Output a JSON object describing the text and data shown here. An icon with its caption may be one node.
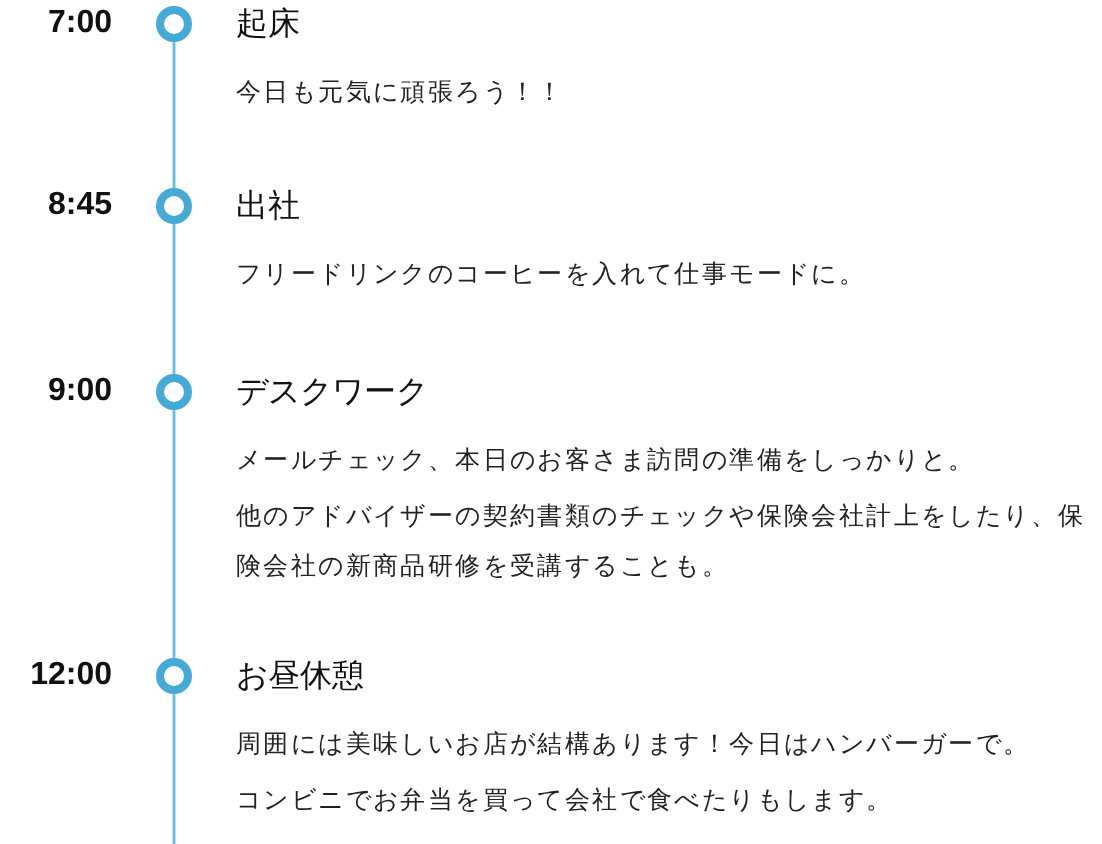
{
  "diagram": {
    "nodes": [
      {
        "text": [],
        "shape": "circle",
        "beside": [
          "7:00",
          "起床",
          "今日も元気に頑張ろう！！"
        ]
      },
      {
        "text": [],
        "shape": "circle",
        "beside": [
          "8:45",
          "出社",
          "フリードリンクのコーヒーを入れて仕事モードに。"
        ]
      },
      {
        "text": [],
        "shape": "circle",
        "beside": [
          "9:00",
          "デスクワーク",
          "メールチェック、本日のお客さま訪問の準備をしっかりと。",
          "他のアドバイザーの契約書類のチェックや保険会社計上をしたり、保険会社の新商品研修を受講することも。"
        ]
      },
      {
        "text": [],
        "shape": "circle",
        "beside": [
          "12:00",
          "お昼休憩",
          "周囲には美味しいお店が結構あります！今日はハンバーガーで。",
          "コンビニでお弁当を買って会社で食べたりもします。"
        ]
      }
    ],
    "edges": [
      {
        "from": 0,
        "to": 1,
        "arrow": "none"
      },
      {
        "from": 1,
        "to": 2,
        "arrow": "none"
      },
      {
        "from": 2,
        "to": 3,
        "arrow": "none"
      },
      {
        "from": 3,
        "to": null,
        "arrow": "none"
      }
    ]
  }
}
